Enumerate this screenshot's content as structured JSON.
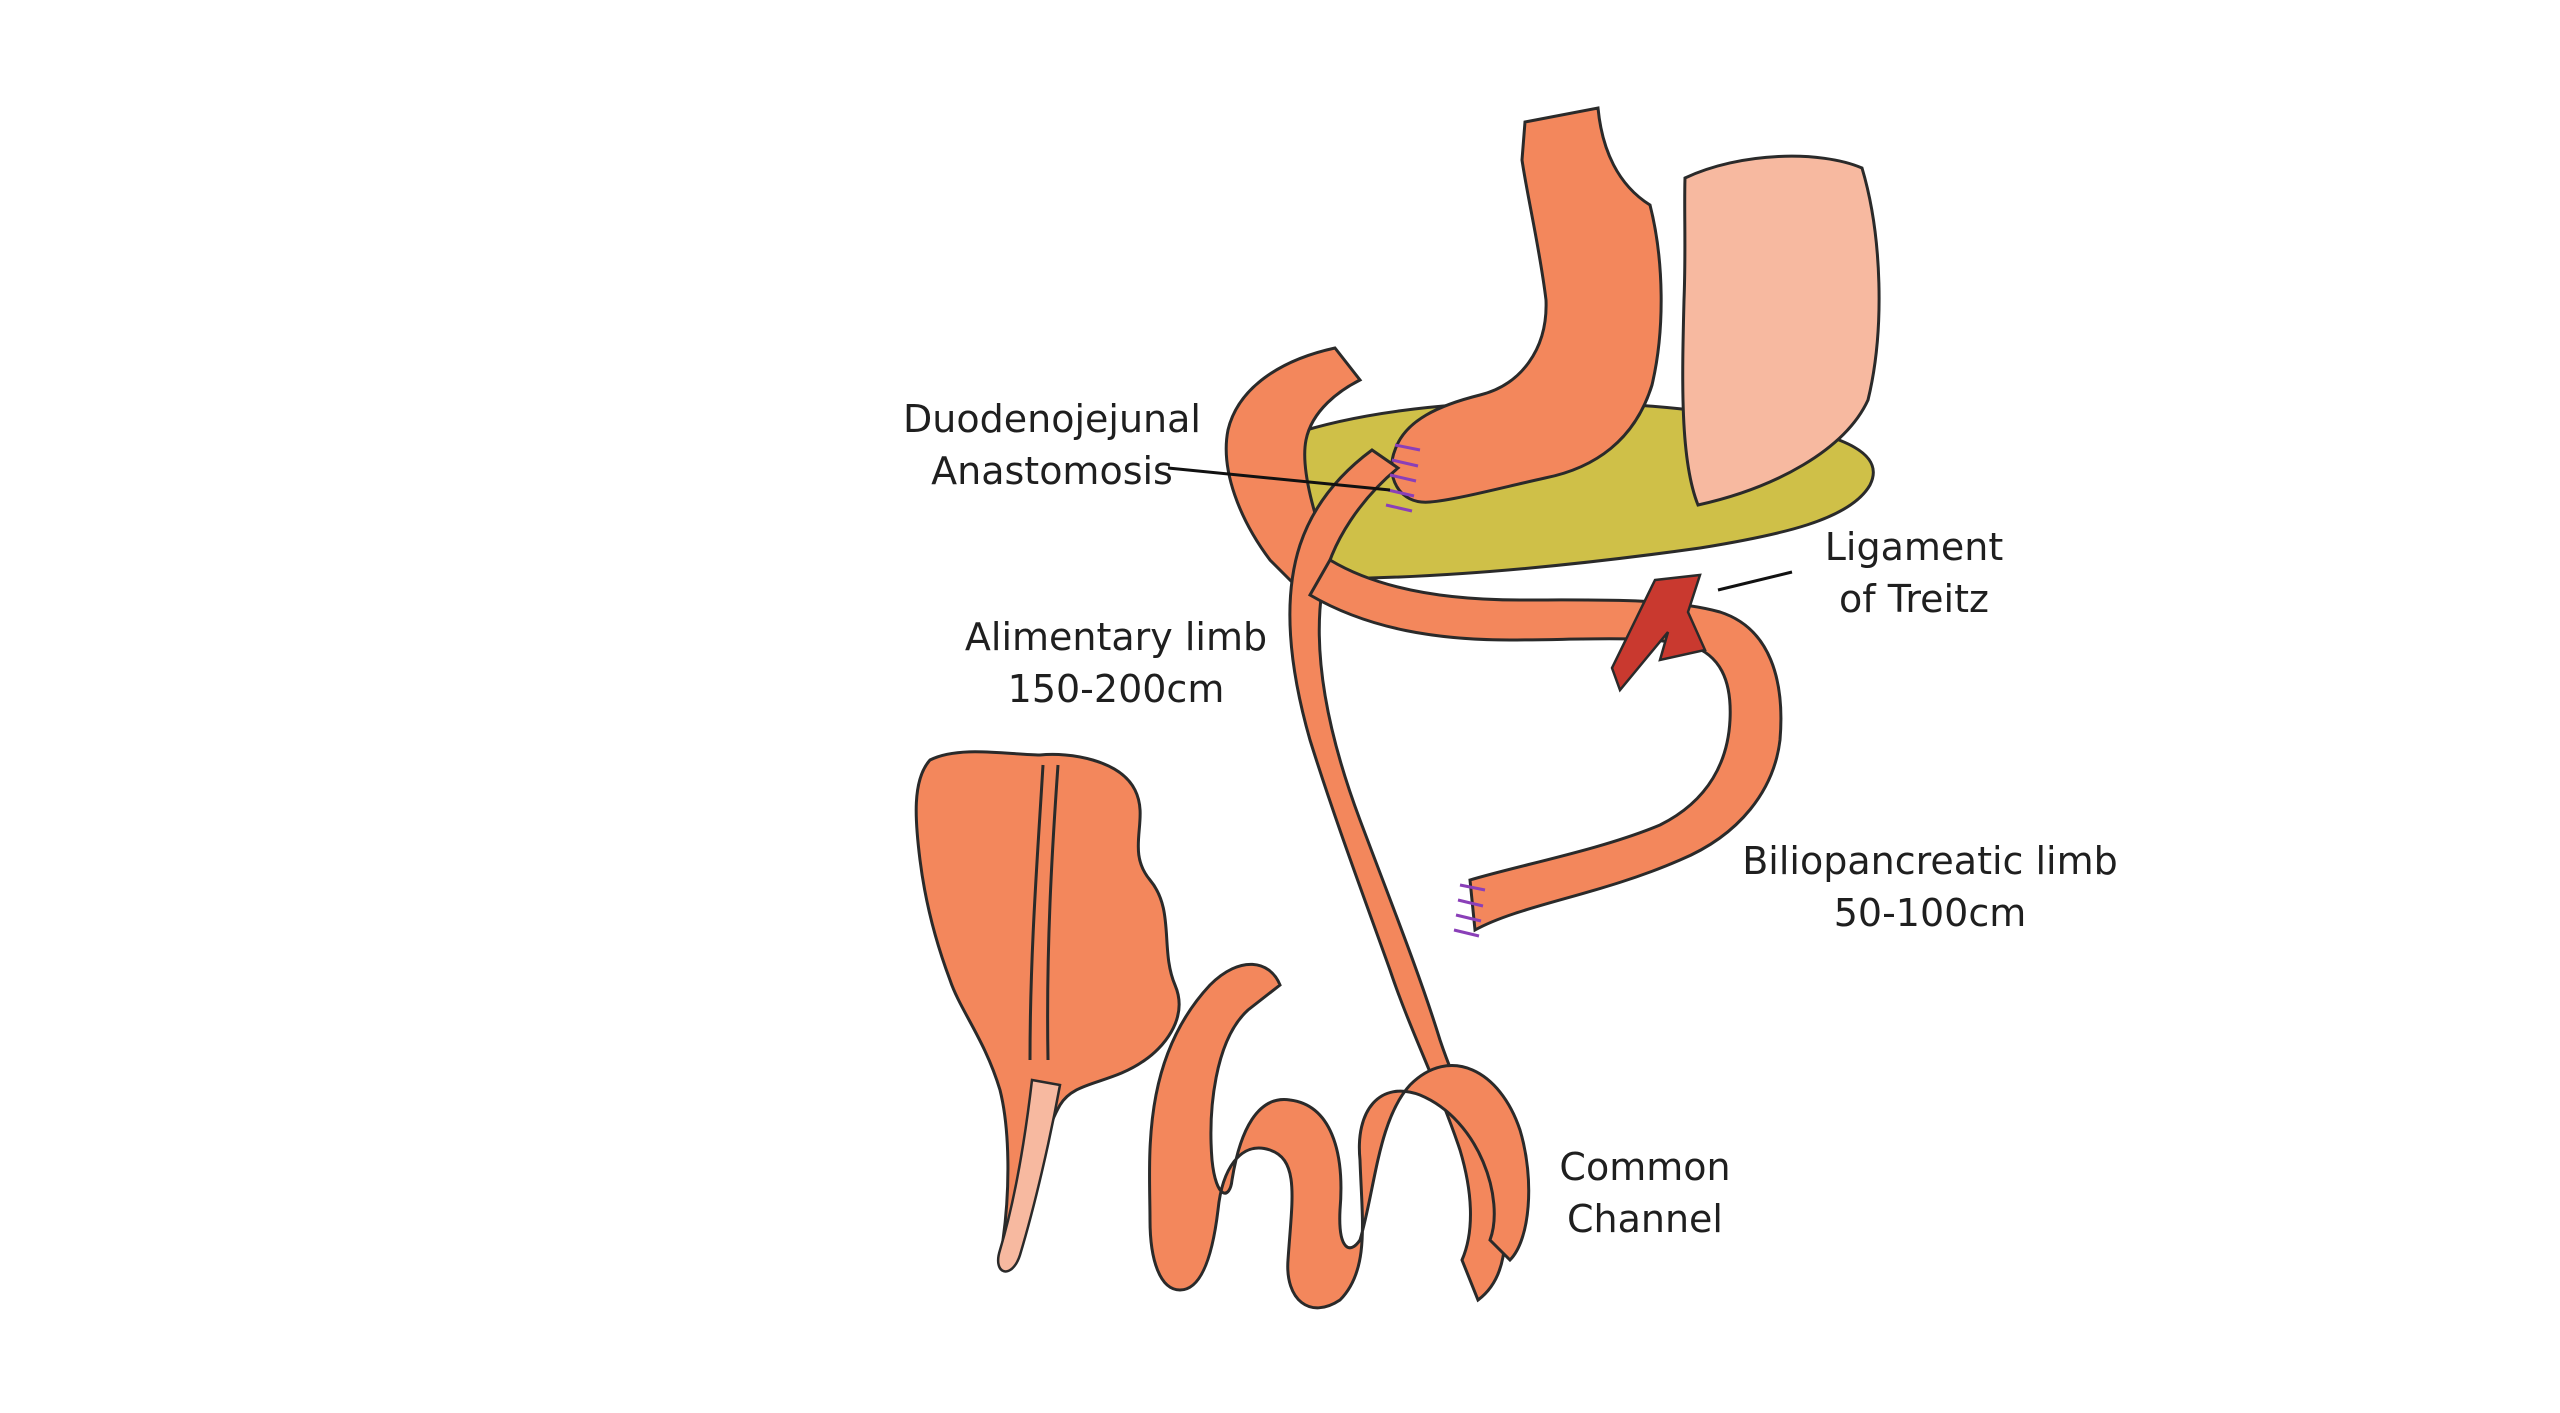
{
  "labels": {
    "duodenojejunal": {
      "line1": "Duodenojejunal",
      "line2": "Anastomosis"
    },
    "alimentary": {
      "line1": "Alimentary limb",
      "line2": "150-200cm"
    },
    "ligament": {
      "line1": "Ligament",
      "line2": "of Treitz"
    },
    "biliopancreatic": {
      "line1": "Biliopancreatic limb",
      "line2": "50-100cm"
    },
    "common": {
      "line1": "Common",
      "line2": "Channel"
    }
  },
  "colors": {
    "bowel": "#f3875c",
    "bowel_highlight": "#f8a47e",
    "stomach_remnant": "#f7b9a0",
    "pancreas": "#cfc048",
    "ligament": "#c9392f",
    "suture": "#8a3fb8",
    "outline": "#2a2a2a",
    "leader": "#111111"
  }
}
